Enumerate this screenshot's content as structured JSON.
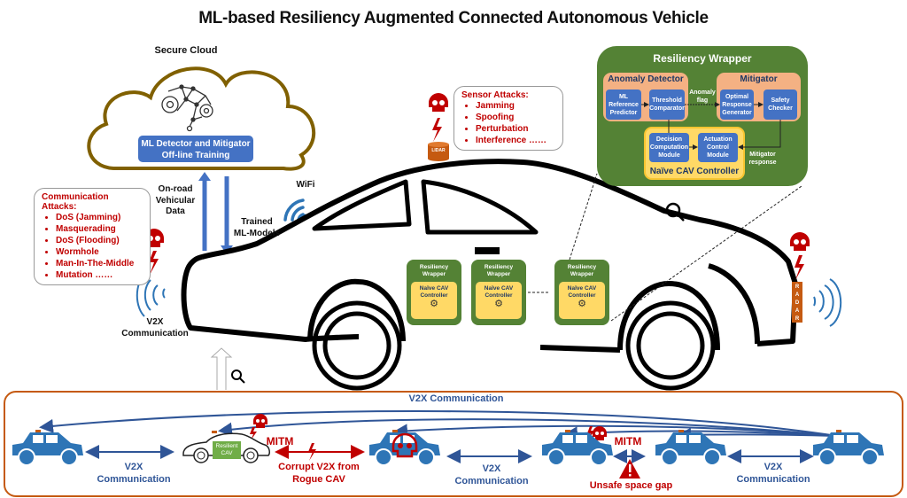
{
  "title": "ML-based Resiliency Augmented Connected Autonomous Vehicle",
  "cloud": {
    "label": "Secure Cloud",
    "box_line1": "ML Detector and Mitigator",
    "box_line2": "Off-line Training",
    "icon": "brain-network-gears-icon"
  },
  "uplink": {
    "line1": "On-road",
    "line2": "Vehicular",
    "line3": "Data"
  },
  "downlink": {
    "line1": "Trained",
    "line2": "ML-Models"
  },
  "wifi_label": "WiFi",
  "comm_attacks": {
    "header": "Communication Attacks:",
    "items": [
      "DoS (Jamming)",
      "Masquerading",
      "DoS (Flooding)",
      "Wormhole",
      "Man-In-The-Middle",
      "Mutation ……"
    ]
  },
  "sensor_attacks": {
    "header": "Sensor Attacks:",
    "items": [
      "Jamming",
      "Spoofing",
      "Perturbation",
      "Interference ……"
    ]
  },
  "v2x_antenna": {
    "line1": "V2X",
    "line2": "Communication"
  },
  "lidar_label": "LIDAR",
  "radar_label": [
    "R",
    "A",
    "D",
    "A",
    "R"
  ],
  "resiliency_wrapper": {
    "title": "Resiliency Wrapper",
    "anomaly_detector": {
      "title": "Anomaly Detector",
      "modules": [
        {
          "line1": "ML",
          "line2": "Reference",
          "line3": "Predictor"
        },
        {
          "line1": "Threshold",
          "line2": "Comparator"
        }
      ]
    },
    "anomaly_flag": {
      "line1": "Anomaly",
      "line2": "flag"
    },
    "mitigator": {
      "title": "Mitigator",
      "modules": [
        {
          "line1": "Optimal",
          "line2": "Response",
          "line3": "Generator"
        },
        {
          "line1": "Safety",
          "line2": "Checker"
        }
      ]
    },
    "controller": {
      "title": "Naïve CAV Controller",
      "modules": [
        {
          "line1": "Decision",
          "line2": "Computation",
          "line3": "Module"
        },
        {
          "line1": "Actuation",
          "line2": "Control",
          "line3": "Module"
        }
      ]
    },
    "mitigator_response": {
      "line1": "Mitigator",
      "line2": "response"
    }
  },
  "mini_wrappers": [
    {
      "line1": "Resiliency",
      "line2": "Wrapper",
      "inner1": "Naïve CAV",
      "inner2": "Controller"
    },
    {
      "line1": "Resiliency",
      "line2": "Wrapper",
      "inner1": "Naïve CAV",
      "inner2": "Controller"
    },
    {
      "line1": "Resiliency",
      "line2": "Wrapper",
      "inner1": "Naïve CAV",
      "inner2": "Controller"
    }
  ],
  "platoon": {
    "top_label": "V2X Communication",
    "resilient_cav": {
      "line1": "Resilient",
      "line2": "CAV"
    },
    "links": [
      {
        "line1": "V2X",
        "line2": "Communication"
      },
      {
        "line1": "Corrupt V2X from",
        "line2": "Rogue CAV"
      },
      {
        "line1": "V2X",
        "line2": "Communication"
      },
      {
        "line1": "Unsafe space gap",
        "line2": ""
      },
      {
        "line1": "V2X",
        "line2": "Communication"
      }
    ],
    "mitm_labels": [
      "MITM",
      "MITM"
    ]
  },
  "colors": {
    "blue": "#4472c4",
    "car_blue": "#2e75b6",
    "dark_blue": "#2f5597",
    "red": "#c00000",
    "green": "#548235",
    "orange": "#f4b183",
    "yellow": "#ffd966",
    "cloud_outline": "#806000",
    "frame_orange": "#c55a11"
  }
}
